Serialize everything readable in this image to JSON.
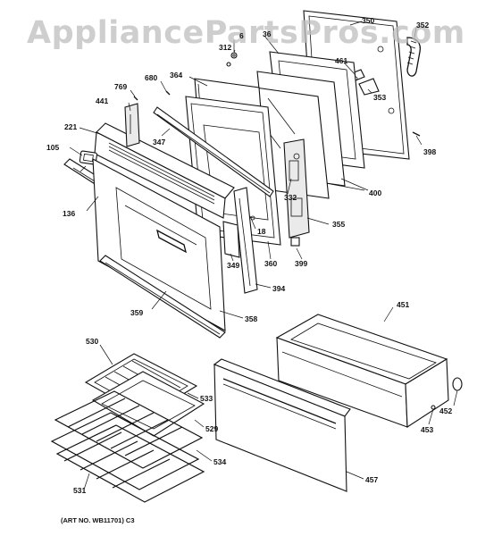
{
  "watermark": "AppliancePartsPros.com",
  "art_number": "(ART NO. WB11701) C3",
  "callouts": {
    "c350": "350",
    "c352": "352",
    "c6": "6",
    "c36": "36",
    "c312": "312",
    "c461": "461",
    "c353": "353",
    "c680": "680",
    "c364": "364",
    "c769": "769",
    "c441": "441",
    "c398": "398",
    "c221": "221",
    "c347": "347",
    "c105": "105",
    "c332": "332",
    "c400": "400",
    "c136": "136",
    "c18": "18",
    "c355": "355",
    "c349": "349",
    "c360": "360",
    "c399": "399",
    "c394": "394",
    "c451": "451",
    "c359": "359",
    "c358": "358",
    "c530": "530",
    "c533": "533",
    "c452": "452",
    "c529": "529",
    "c453": "453",
    "c534": "534",
    "c457": "457",
    "c531": "531"
  }
}
